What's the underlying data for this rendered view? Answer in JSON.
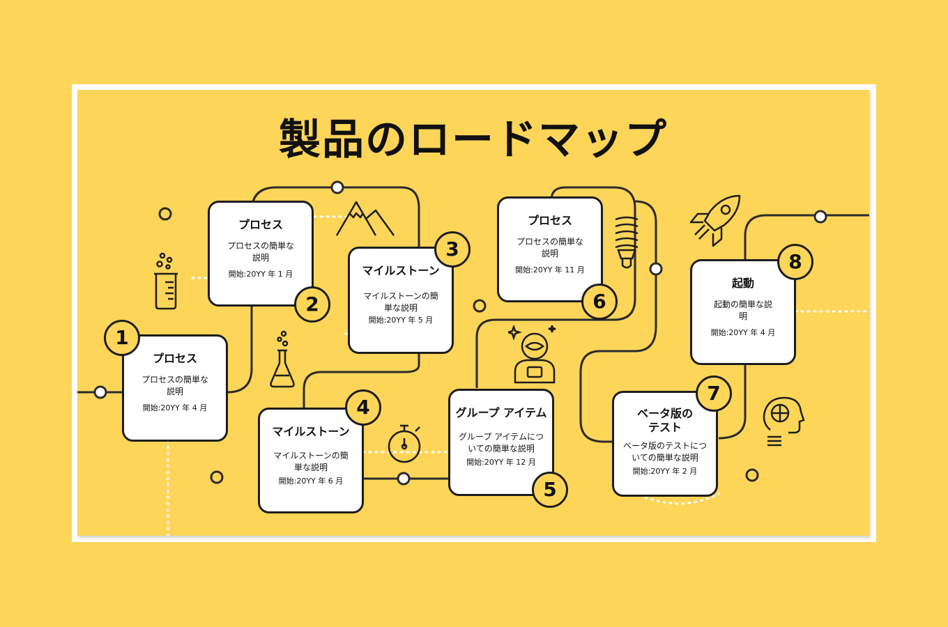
{
  "title": "製品のロードマップ",
  "colors": {
    "background": "#fcd559",
    "line": "#2b2b2b",
    "card": "#ffffff",
    "dots": "#ffffff"
  },
  "cards": [
    {
      "number": "1",
      "title": "プロセス",
      "desc": "プロセスの簡単な説明",
      "date": "開始:20YY 年 4 月"
    },
    {
      "number": "2",
      "title": "プロセス",
      "desc": "プロセスの簡単な説明",
      "date": "開始:20YY 年 1 月"
    },
    {
      "number": "3",
      "title": "マイルストーン",
      "desc": "マイルストーンの簡単な説明",
      "date": "開始:20YY 年 5 月"
    },
    {
      "number": "4",
      "title": "マイルストーン",
      "desc": "マイルストーンの簡単な説明",
      "date": "開始:20YY 年 6 月"
    },
    {
      "number": "5",
      "title": "グループ アイテム",
      "desc": "グループ アイテムについての簡単な説明",
      "date": "開始:20YY 年 12 月"
    },
    {
      "number": "6",
      "title": "プロセス",
      "desc": "プロセスの簡単な説明",
      "date": "開始:20YY 年 11 月"
    },
    {
      "number": "7",
      "title": "ベータ版のテスト",
      "desc": "ベータ版のテストについての簡単な説明",
      "date": "開始:20YY 年 2 月"
    },
    {
      "number": "8",
      "title": "起動",
      "desc": "起動の簡単な説明",
      "date": "開始:20YY 年 4 月"
    }
  ],
  "icons": [
    "beaker-icon",
    "flask-icon",
    "mountain-icon",
    "stopwatch-icon",
    "astronaut-icon",
    "lightbulb-icon",
    "rocket-icon",
    "head-brain-icon"
  ]
}
